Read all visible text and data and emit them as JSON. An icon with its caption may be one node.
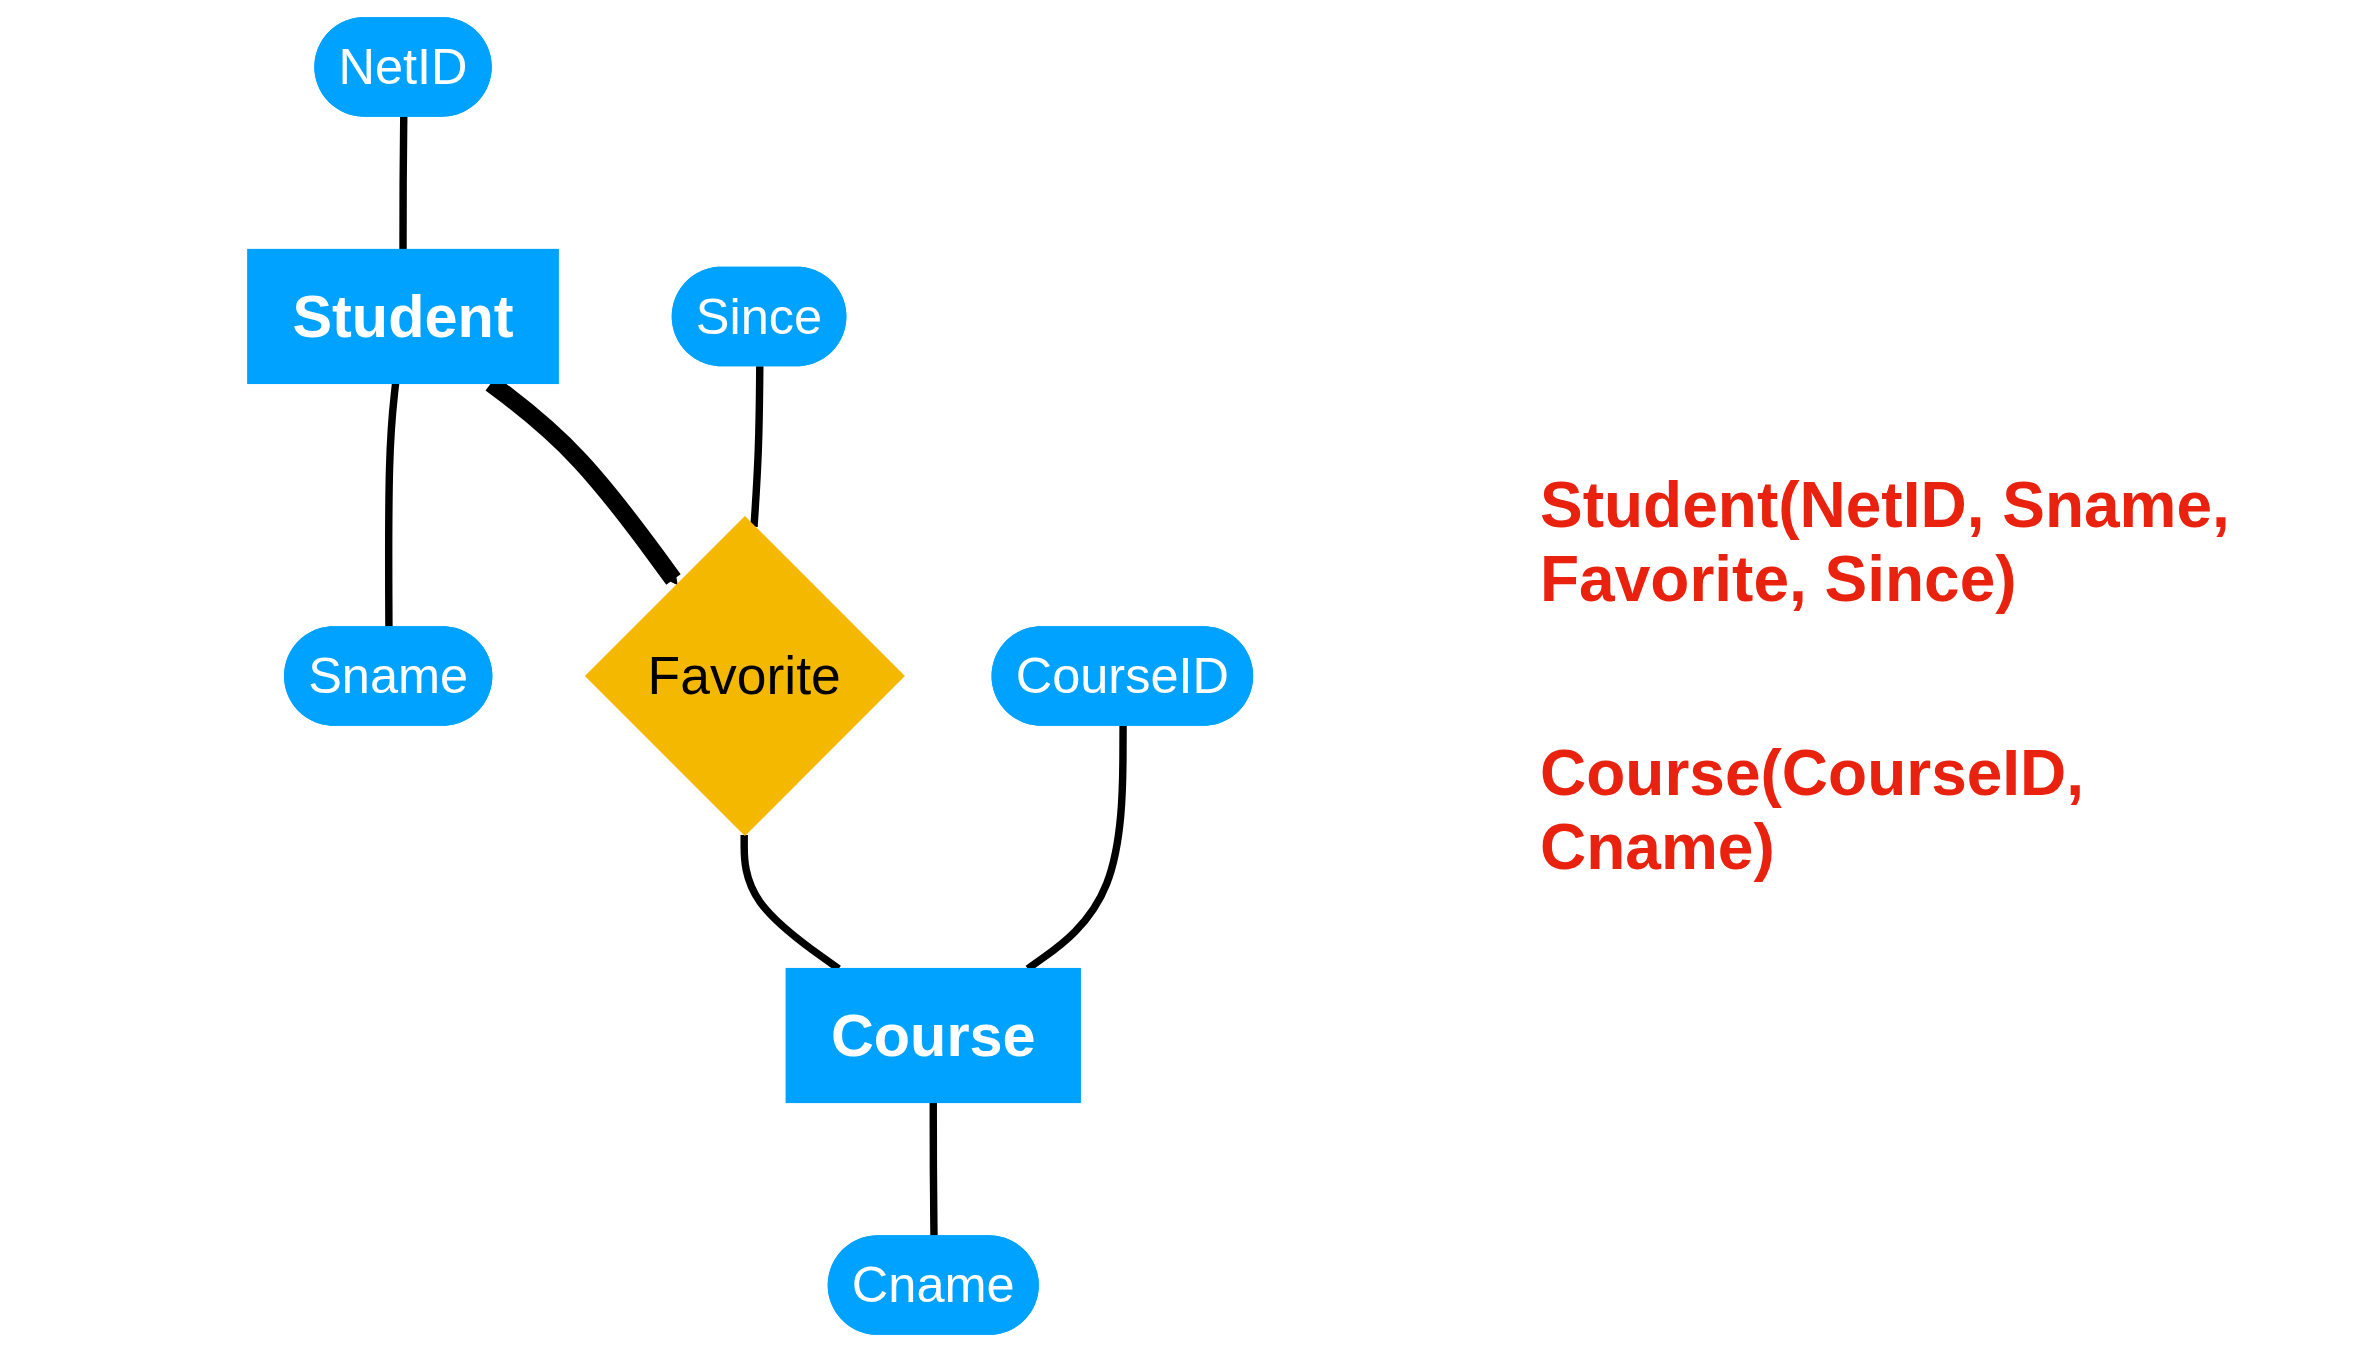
{
  "diagram": {
    "nodes": [
      {
        "text": [
          "NetID"
        ]
      },
      {
        "text": [
          "Student"
        ]
      },
      {
        "text": [
          "Sname"
        ]
      },
      {
        "text": [
          "Since"
        ]
      },
      {
        "text": [
          "Favorite"
        ]
      },
      {
        "text": [
          "CourseID"
        ]
      },
      {
        "text": [
          "Course"
        ]
      },
      {
        "text": [
          "Cname"
        ]
      }
    ],
    "edges": [
      {
        "from": 0,
        "to": 1,
        "arrow": "none"
      },
      {
        "from": 1,
        "to": 2,
        "arrow": "none"
      },
      {
        "from": 1,
        "to": 4,
        "arrow": "to",
        "style": "thick"
      },
      {
        "from": 3,
        "to": 4,
        "arrow": "none"
      },
      {
        "from": 4,
        "to": 6,
        "arrow": "none"
      },
      {
        "from": 5,
        "to": 6,
        "arrow": "none"
      },
      {
        "from": 6,
        "to": 7,
        "arrow": "none"
      }
    ],
    "labels": [
      "Student(NetID, Sname, Favorite, Since)",
      "Course(CourseID, Cname)"
    ]
  }
}
